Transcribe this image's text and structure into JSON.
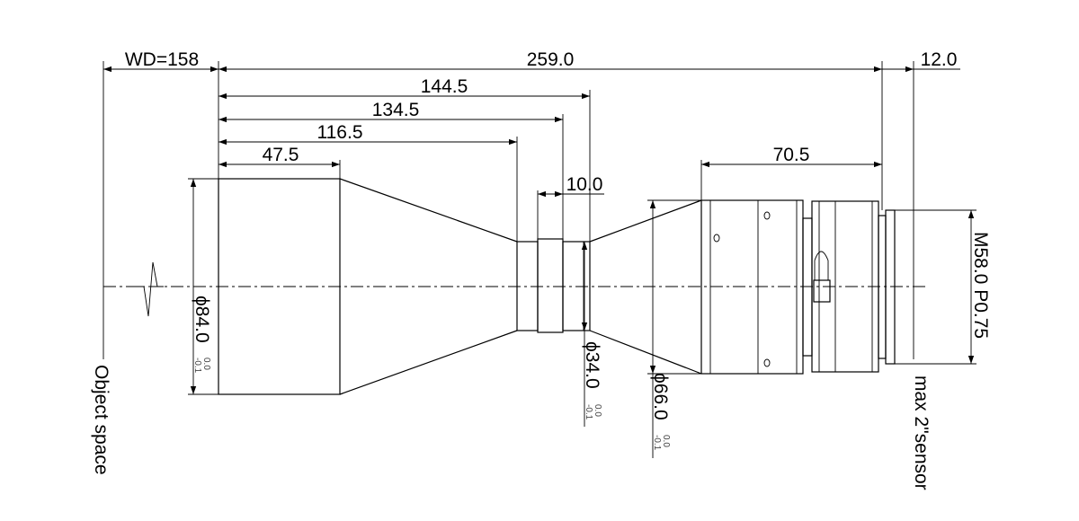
{
  "dimensions": {
    "working_distance": "WD=158",
    "total_length": "259.0",
    "back_flange": "12.0",
    "length_1": "144.5",
    "length_2": "134.5",
    "length_3": "116.5",
    "length_4": "47.5",
    "collar_width": "10.0",
    "rear_body_length": "70.5"
  },
  "diameters": {
    "front": "ϕ84.0",
    "front_tolerance_upper": "0.0",
    "front_tolerance_lower": "-0.1",
    "mid": "ϕ34.0",
    "mid_tolerance_upper": "0.0",
    "mid_tolerance_lower": "-0.1",
    "rear": "ϕ66.0",
    "rear_tolerance_upper": "0.0",
    "rear_tolerance_lower": "-0.1"
  },
  "labels": {
    "thread": "M58.0 P0.75",
    "object_plane": "Object space",
    "sensor_plane": "max 2\"sensor"
  }
}
